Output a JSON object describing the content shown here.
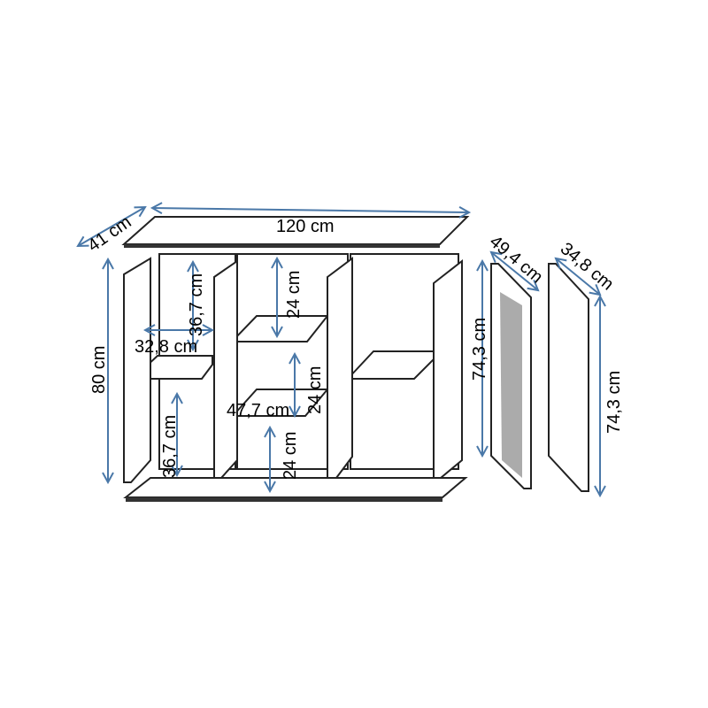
{
  "title": "Sideboard dimensions diagram",
  "dimensions": {
    "depth": "41 cm",
    "width": "120 cm",
    "height": "80 cm",
    "compartment_height_top_left": "36,7 cm",
    "compartment_width_left": "32,8 cm",
    "compartment_height_bottom_left": "36,7 cm",
    "middle_top": "24 cm",
    "middle_mid": "24 cm",
    "middle_bottom": "24 cm",
    "middle_width": "47,7 cm",
    "body_height": "74,3 cm",
    "door1_width": "49,4 cm",
    "door2_width": "34,8 cm",
    "door2_height": "74,3 cm"
  },
  "colors": {
    "arrow": "#4a78a8",
    "outline": "#222222"
  }
}
